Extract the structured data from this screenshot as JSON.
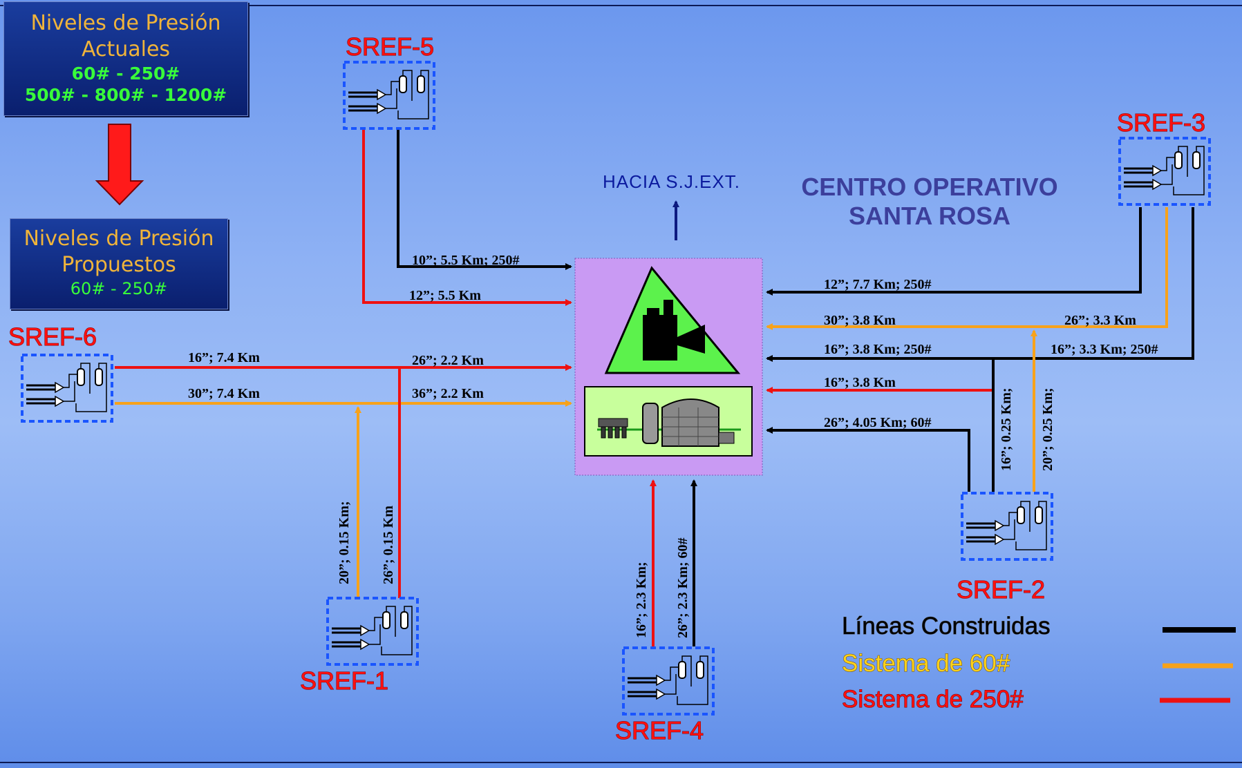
{
  "boxes": {
    "actual": {
      "line1": "Niveles de Presión",
      "line2": "Actuales",
      "line3": "60# - 250#",
      "line4": "500# - 800# - 1200#"
    },
    "propuesto": {
      "line1": "Niveles de Presión",
      "line2": "Propuestos",
      "line3": "60# - 250#"
    }
  },
  "title": {
    "line1": "CENTRO OPERATIVO",
    "line2": "SANTA ROSA"
  },
  "hacia": "HACIA S.J.EXT.",
  "stations": {
    "sref1": "SREF-1",
    "sref2": "SREF-2",
    "sref3": "SREF-3",
    "sref4": "SREF-4",
    "sref5": "SREF-5",
    "sref6": "SREF-6"
  },
  "labels": {
    "l1": "10”; 5.5 Km; 250#",
    "l2": "12”; 5.5 Km",
    "l3": "16”; 7.4 Km",
    "l4": "26”; 2.2 Km",
    "l5": "30”; 7.4 Km",
    "l6": "36”; 2.2 Km",
    "l7": "20”; 0.15 Km;",
    "l8": "26”; 0.15 Km",
    "l9": "16”; 2.3 Km;",
    "l10": "26”; 2.3 Km; 60#",
    "l11": "12”; 7.7 Km; 250#",
    "l12": "30”; 3.8 Km",
    "l13": "26”; 3.3 Km",
    "l14": "16”; 3.8 Km; 250#",
    "l15": "16”; 3.3 Km; 250#",
    "l16": "16”; 3.8 Km",
    "l17": "26”; 4.05 Km; 60#",
    "l18": "16”; 0.25 Km;",
    "l19": "20”; 0.25 Km;"
  },
  "legend": {
    "built": "Líneas Construidas",
    "sys60": "Sistema de 60#",
    "sys250": "Sistema de 250#"
  },
  "colors": {
    "built": "#000000",
    "sys60": "#f7a21b",
    "sys250": "#ee1111",
    "plant_bg": "#c99af3"
  }
}
